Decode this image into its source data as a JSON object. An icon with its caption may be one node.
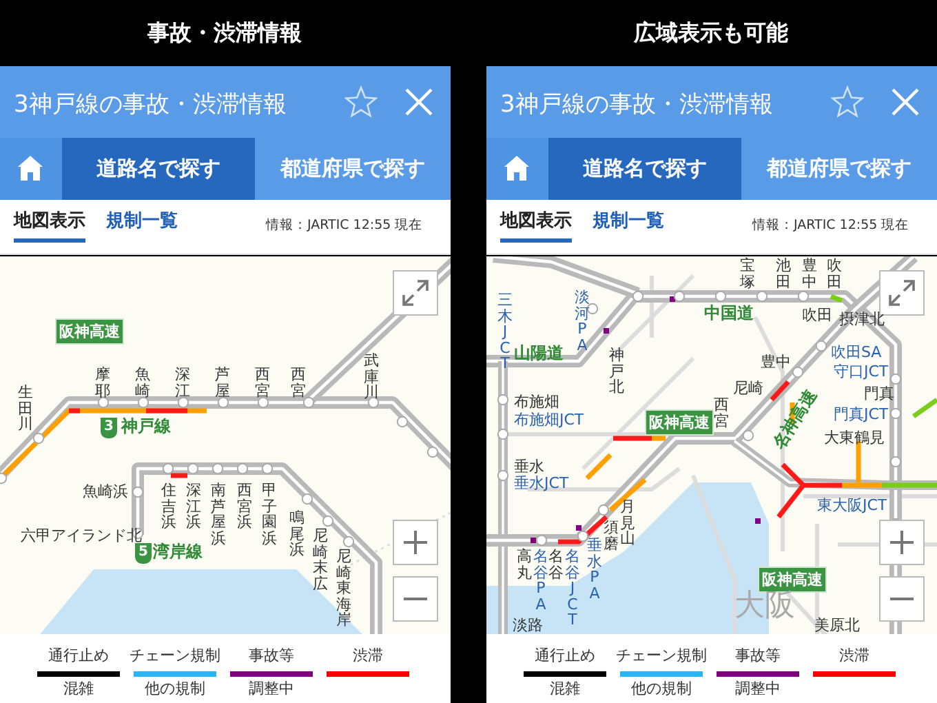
{
  "diagram": {
    "labels": [
      "事故・渋滞情報",
      "広域表示も可能",
      "3神戸線の事故・渋滞情報",
      "道路名で探す",
      "都道府県で探す",
      "地図表示",
      "規制一覧",
      "情報：JARTIC 12:55 現在",
      "阪神高速",
      "生田川",
      "摩耶",
      "魚崎",
      "深江",
      "芦屋",
      "西宮",
      "西宮",
      "武庫川",
      "3",
      "神戸線",
      "魚崎浜",
      "住吉浜",
      "深江浜",
      "南芦屋浜",
      "西宮浜",
      "甲子園浜",
      "鳴尾浜",
      "尼崎末広",
      "尼崎東海岸",
      "六甲アイランド北",
      "5",
      "湾岸線",
      "混雑",
      "他の規制",
      "調整中",
      "3神戸線の事故・渋滞情報",
      "道路名で探す",
      "都道府県で探す",
      "地図表示",
      "規制一覧",
      "情報：JARTIC 12:55 現在",
      "宝塚",
      "池田",
      "豊中",
      "吹田",
      "三木JCT",
      "淡河PA",
      "中国道",
      "吹田",
      "摂津北",
      "山陽道",
      "神戸北",
      "吹田SA",
      "豊中",
      "守口JCT",
      "尼崎",
      "門真",
      "布施畑",
      "西宮",
      "阪神高速",
      "名神高速",
      "布施畑JCT",
      "門真JCT",
      "大東鶴見",
      "垂水",
      "垂水JCT",
      "月見山",
      "東大阪JCT",
      "須磨",
      "垂水PA",
      "高丸",
      "名谷PA",
      "名谷",
      "名谷JCT",
      "阪神高速",
      "大阪",
      "淡路",
      "美原北",
      "混雑",
      "他の規制",
      "調整中"
    ],
    "legend": [
      {
        "text": "通行止め",
        "color": "#000000"
      },
      {
        "text": "チェーン規制",
        "color": "#29b6f6"
      },
      {
        "text": "事故等",
        "color": "#800080"
      },
      {
        "text": "渋滞",
        "color": "#ff0000"
      },
      {
        "text": "通行止め",
        "color": "#000000"
      },
      {
        "text": "チェーン規制",
        "color": "#29b6f6"
      },
      {
        "text": "事故等",
        "color": "#800080"
      },
      {
        "text": "渋滞",
        "color": "#ff0000"
      }
    ]
  }
}
